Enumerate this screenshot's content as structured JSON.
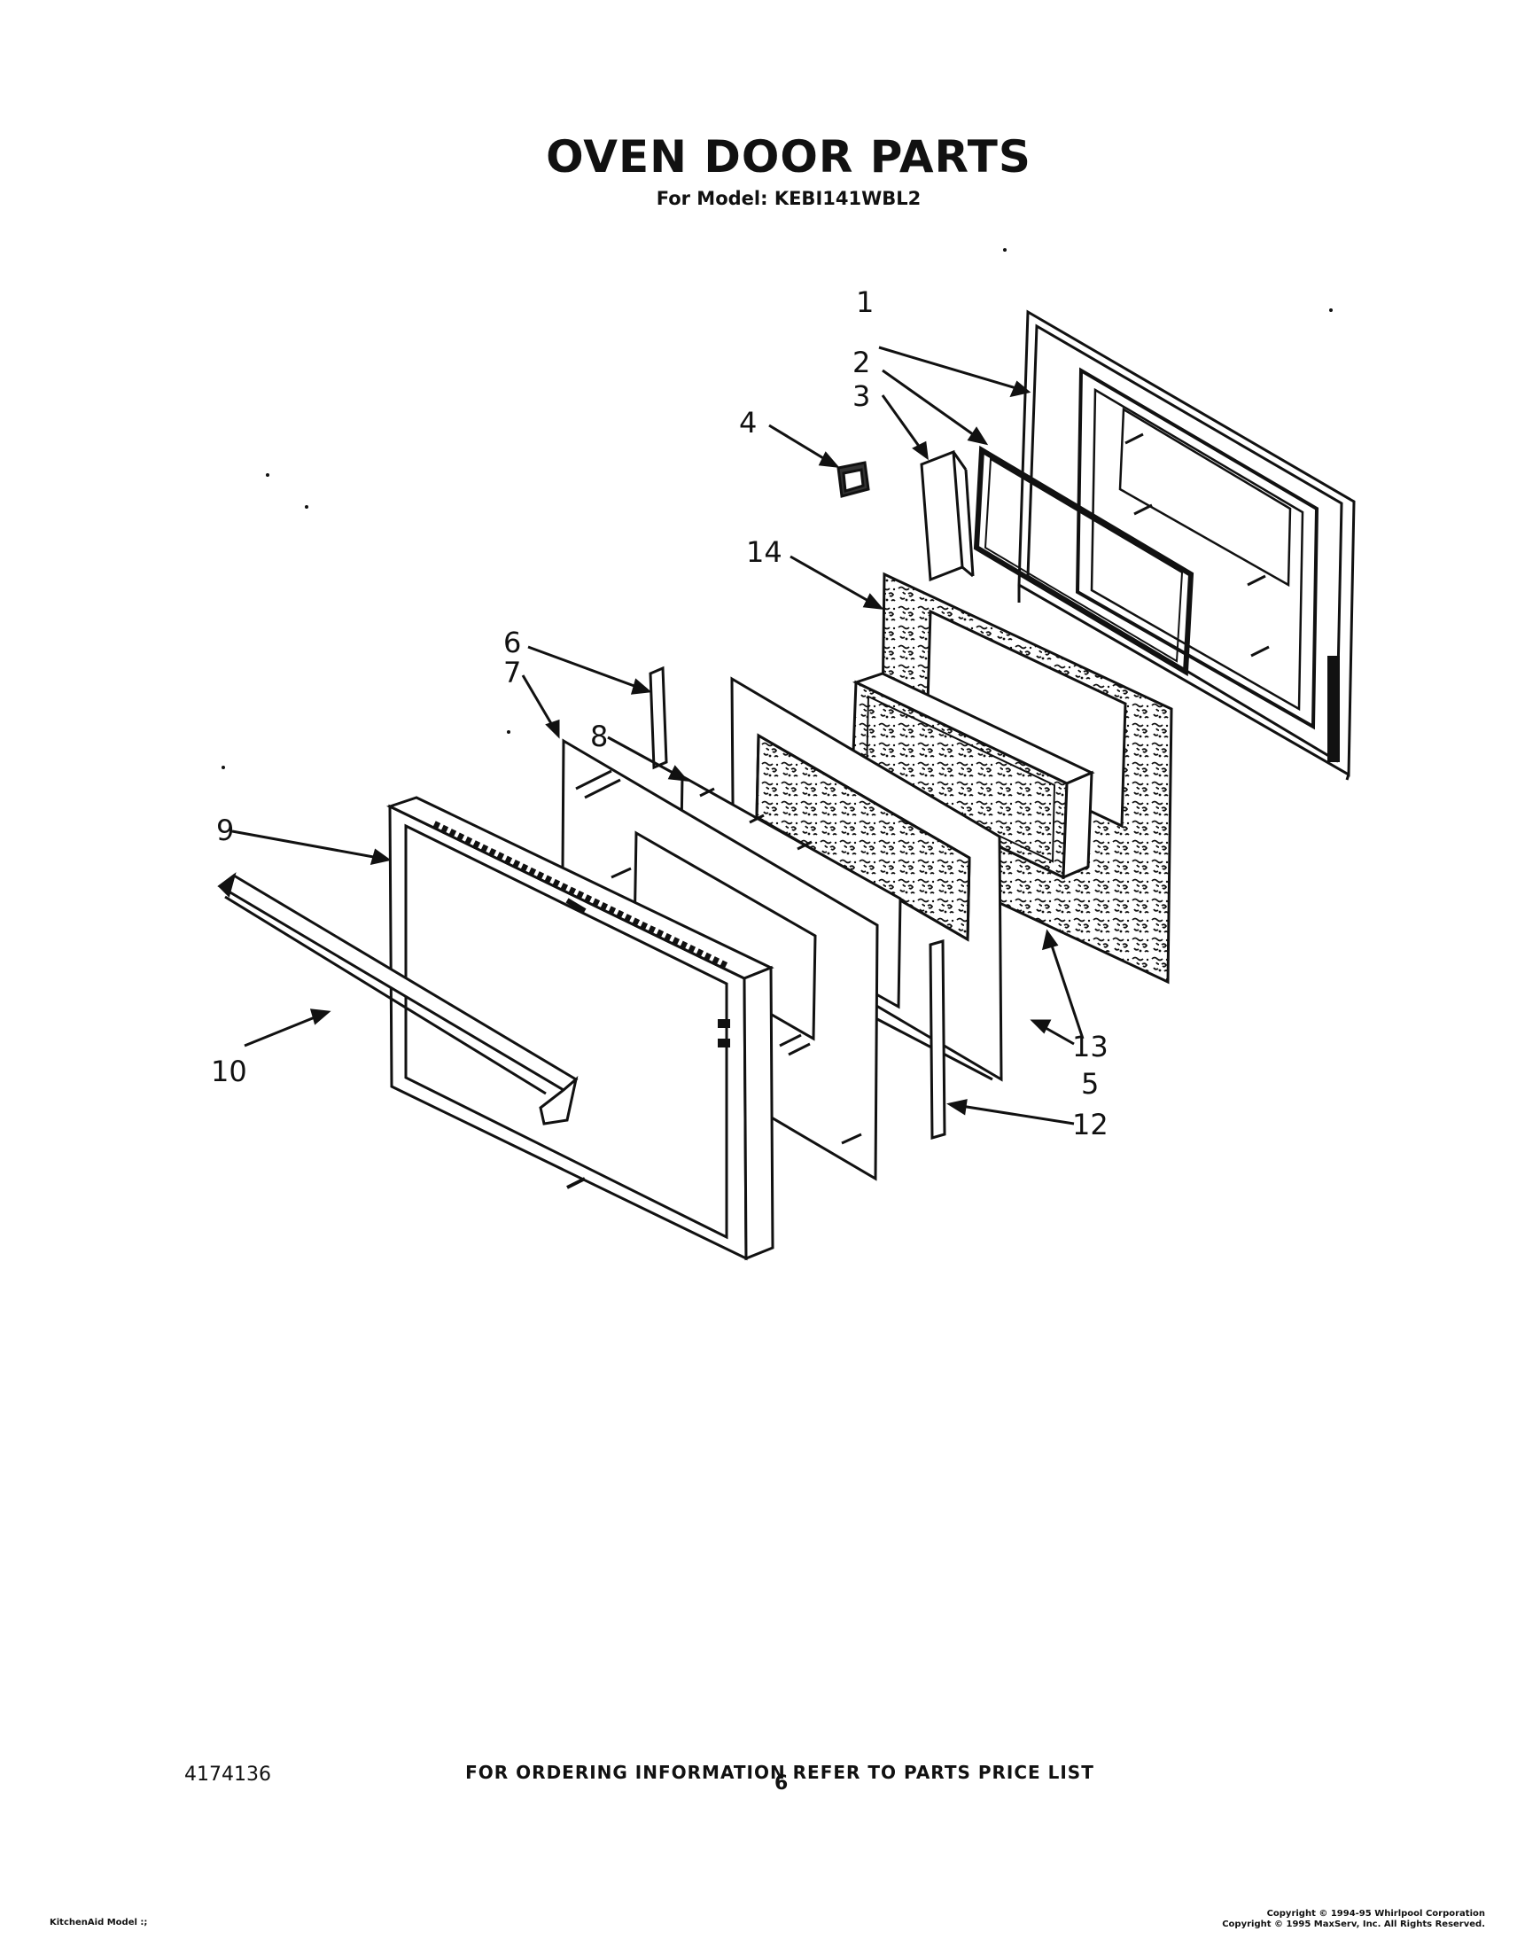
{
  "header": {
    "title": "OVEN DOOR PARTS",
    "model_line": "For Model: KEBI141WBL2"
  },
  "diagram": {
    "callouts": [
      "1",
      "2",
      "3",
      "4",
      "5",
      "6",
      "7",
      "8",
      "9",
      "10",
      "12",
      "13",
      "14"
    ],
    "parts": [
      "inner-door-panel",
      "door-gasket",
      "hinge-bracket",
      "clip",
      "glass-frame",
      "spacer-bar",
      "inner-glass",
      "window-glass",
      "outer-door-frame",
      "door-handle",
      "side-trim",
      "insulation-box",
      "insulation"
    ]
  },
  "footer": {
    "ordering_info": "FOR ORDERING INFORMATION REFER TO PARTS PRICE LIST",
    "document_number": "4174136",
    "page_number": "6",
    "left_note": "KitchenAid Model :;",
    "copyright_1": "Copyright © 1994-95 Whirlpool Corporation",
    "copyright_2": "Copyright © 1995 MaxServ, Inc.  All Rights Reserved."
  }
}
